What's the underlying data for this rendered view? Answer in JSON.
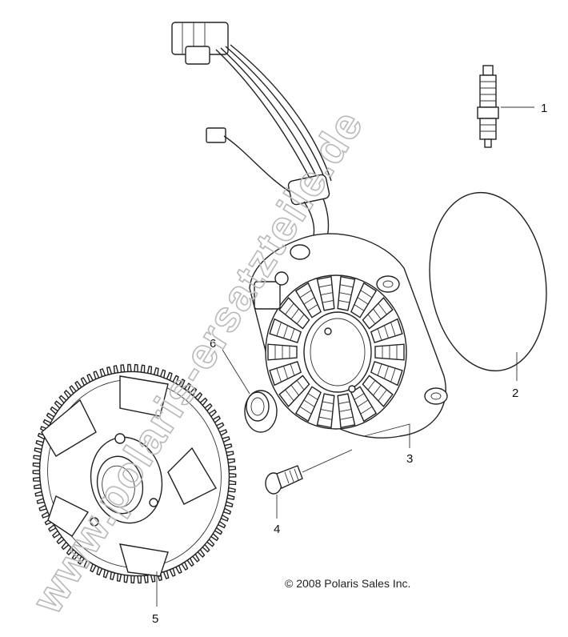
{
  "diagram": {
    "callouts": [
      {
        "id": "1",
        "part": "spark-plug"
      },
      {
        "id": "2",
        "part": "gasket"
      },
      {
        "id": "3",
        "part": "stator"
      },
      {
        "id": "4",
        "part": "bolt"
      },
      {
        "id": "5",
        "part": "flywheel"
      },
      {
        "id": "6",
        "part": "seal"
      }
    ],
    "copyright": "© 2008 Polaris Sales Inc.",
    "watermark": "www.polaris-ersatzteile.de"
  }
}
